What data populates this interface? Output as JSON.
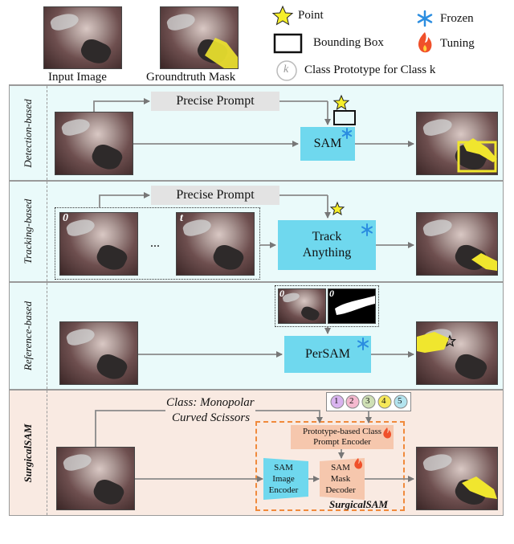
{
  "legend": {
    "input_image": "Input Image",
    "groundtruth_mask": "Groundtruth Mask",
    "point": "Point",
    "bounding_box": "Bounding Box",
    "class_prototype": "Class Prototype for Class k",
    "class_symbol": "k",
    "frozen": "Frozen",
    "tuning": "Tuning"
  },
  "detection": {
    "title": "Detection-based",
    "prompt": "Precise Prompt",
    "model": "SAM"
  },
  "tracking": {
    "title": "Tracking-based",
    "prompt": "Precise Prompt",
    "model_line1": "Track",
    "model_line2": "Anything",
    "frame_start": "0",
    "frame_end": "t",
    "ellipsis": "..."
  },
  "reference": {
    "title": "Reference-based",
    "model": "PerSAM",
    "ref_frame": "0",
    "ref_mask_frame": "0"
  },
  "surgicalsam": {
    "title": "SurgicalSAM",
    "class_line1": "Class: Monopolar",
    "class_line2": "Curved Scissors",
    "prototypes": [
      "1",
      "2",
      "3",
      "4",
      "5"
    ],
    "prompt_encoder_line1": "Prototype-based Class",
    "prompt_encoder_line2": "Prompt Encoder",
    "image_encoder_line1": "SAM",
    "image_encoder_line2": "Image",
    "image_encoder_line3": "Encoder",
    "mask_decoder_line1": "SAM",
    "mask_decoder_line2": "Mask",
    "mask_decoder_line3": "Decoder",
    "module_label": "SurgicalSAM"
  },
  "colors": {
    "detection_bg": "#eafafa",
    "surgical_bg": "#f9eae2",
    "sam_blue": "#6fd8ee",
    "highlight_yellow": "#f0e62e",
    "orange_dash": "#f08a3c",
    "prototype_colors": [
      "#d9b3ef",
      "#f5b9cf",
      "#cfe0b5",
      "#f6e85a",
      "#b3e4ef"
    ]
  }
}
